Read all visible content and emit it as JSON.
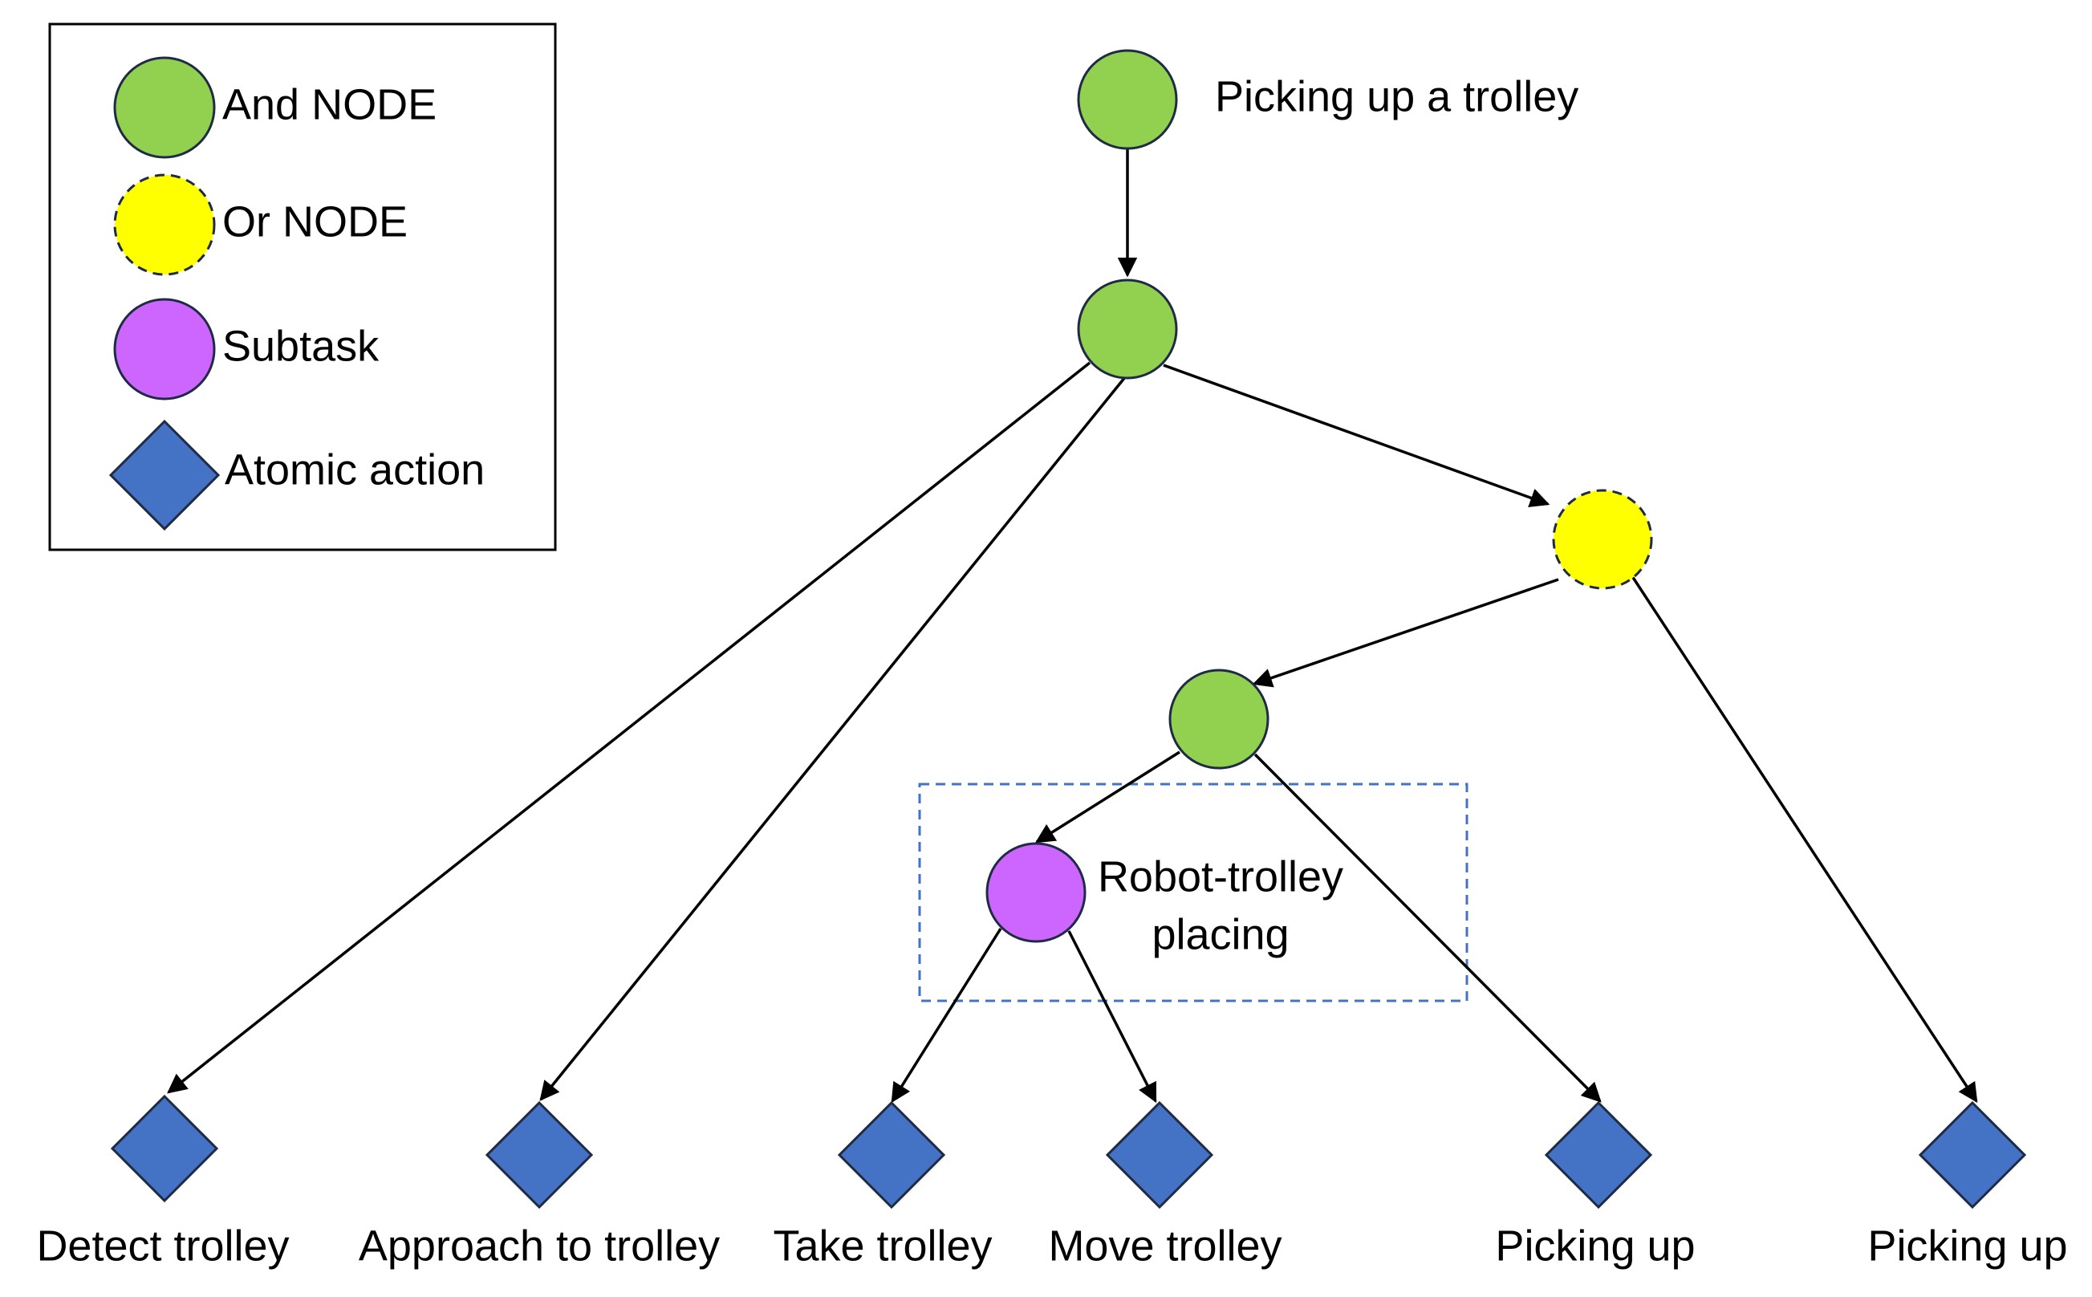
{
  "legend": {
    "and_node": "And NODE",
    "or_node": "Or NODE",
    "subtask": "Subtask",
    "atomic_action": "Atomic action"
  },
  "nodes": {
    "root_label": "Picking up a trolley",
    "subtask_label_line1": "Robot-trolley",
    "subtask_label_line2": "placing"
  },
  "actions": {
    "detect": "Detect trolley",
    "approach": "Approach to trolley",
    "take": "Take trolley",
    "move": "Move trolley",
    "picking_up_1": "Picking up",
    "picking_up_2": "Picking up"
  },
  "colors": {
    "and_node": "#92D050",
    "or_node": "#FFFF00",
    "subtask": "#CC66FF",
    "atomic_action": "#4472C4",
    "outline": "#1F2A44",
    "subtask_box": "#4472C4"
  }
}
